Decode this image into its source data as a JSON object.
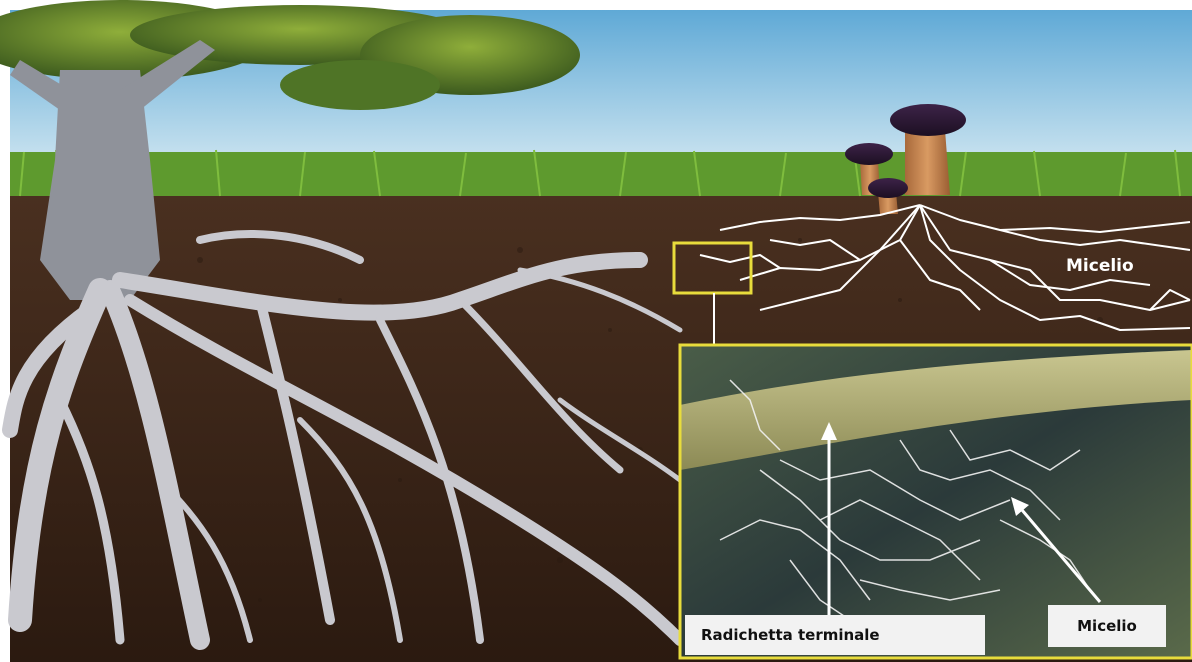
{
  "labels": {
    "micelio_top": "Micelio",
    "radichetta_terminale": "Radichetta terminale",
    "micelio_inset": "Micelio"
  },
  "colors": {
    "sky": "#8fc4e0",
    "grass": "#5e9a2e",
    "soil": "#3a2619",
    "roots": "#c9c9cf",
    "mycelium": "#ffffff",
    "highlight_box": "#e8dc3c",
    "mushroom_cap": "#2a1533",
    "mushroom_stem": "#c98a56"
  }
}
